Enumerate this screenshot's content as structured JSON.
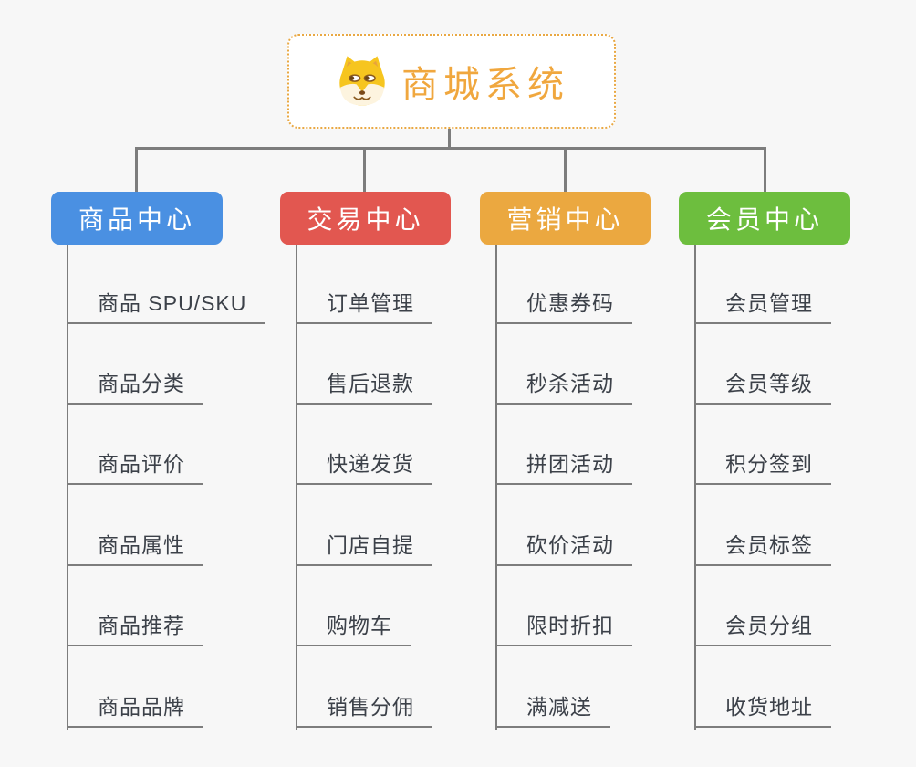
{
  "root": {
    "title": "商城系统",
    "icon": "shiba-dog-icon",
    "title_color": "#f0a73e",
    "border_color": "#e9a843",
    "background": "#ffffff"
  },
  "connector_color": "#7d7d7d",
  "leaf_text_color": "#3c4149",
  "canvas_background": "#f7f7f7",
  "branches": [
    {
      "label": "商品中心",
      "color": "#4a90e2",
      "items": [
        "商品 SPU/SKU",
        "商品分类",
        "商品评价",
        "商品属性",
        "商品推荐",
        "商品品牌"
      ]
    },
    {
      "label": "交易中心",
      "color": "#e25750",
      "items": [
        "订单管理",
        "售后退款",
        "快递发货",
        "门店自提",
        "购物车",
        "销售分佣"
      ]
    },
    {
      "label": "营销中心",
      "color": "#eba840",
      "items": [
        "优惠券码",
        "秒杀活动",
        "拼团活动",
        "砍价活动",
        "限时折扣",
        "满减送"
      ]
    },
    {
      "label": "会员中心",
      "color": "#6dbe3e",
      "items": [
        "会员管理",
        "会员等级",
        "积分签到",
        "会员标签",
        "会员分组",
        "收货地址"
      ]
    }
  ]
}
